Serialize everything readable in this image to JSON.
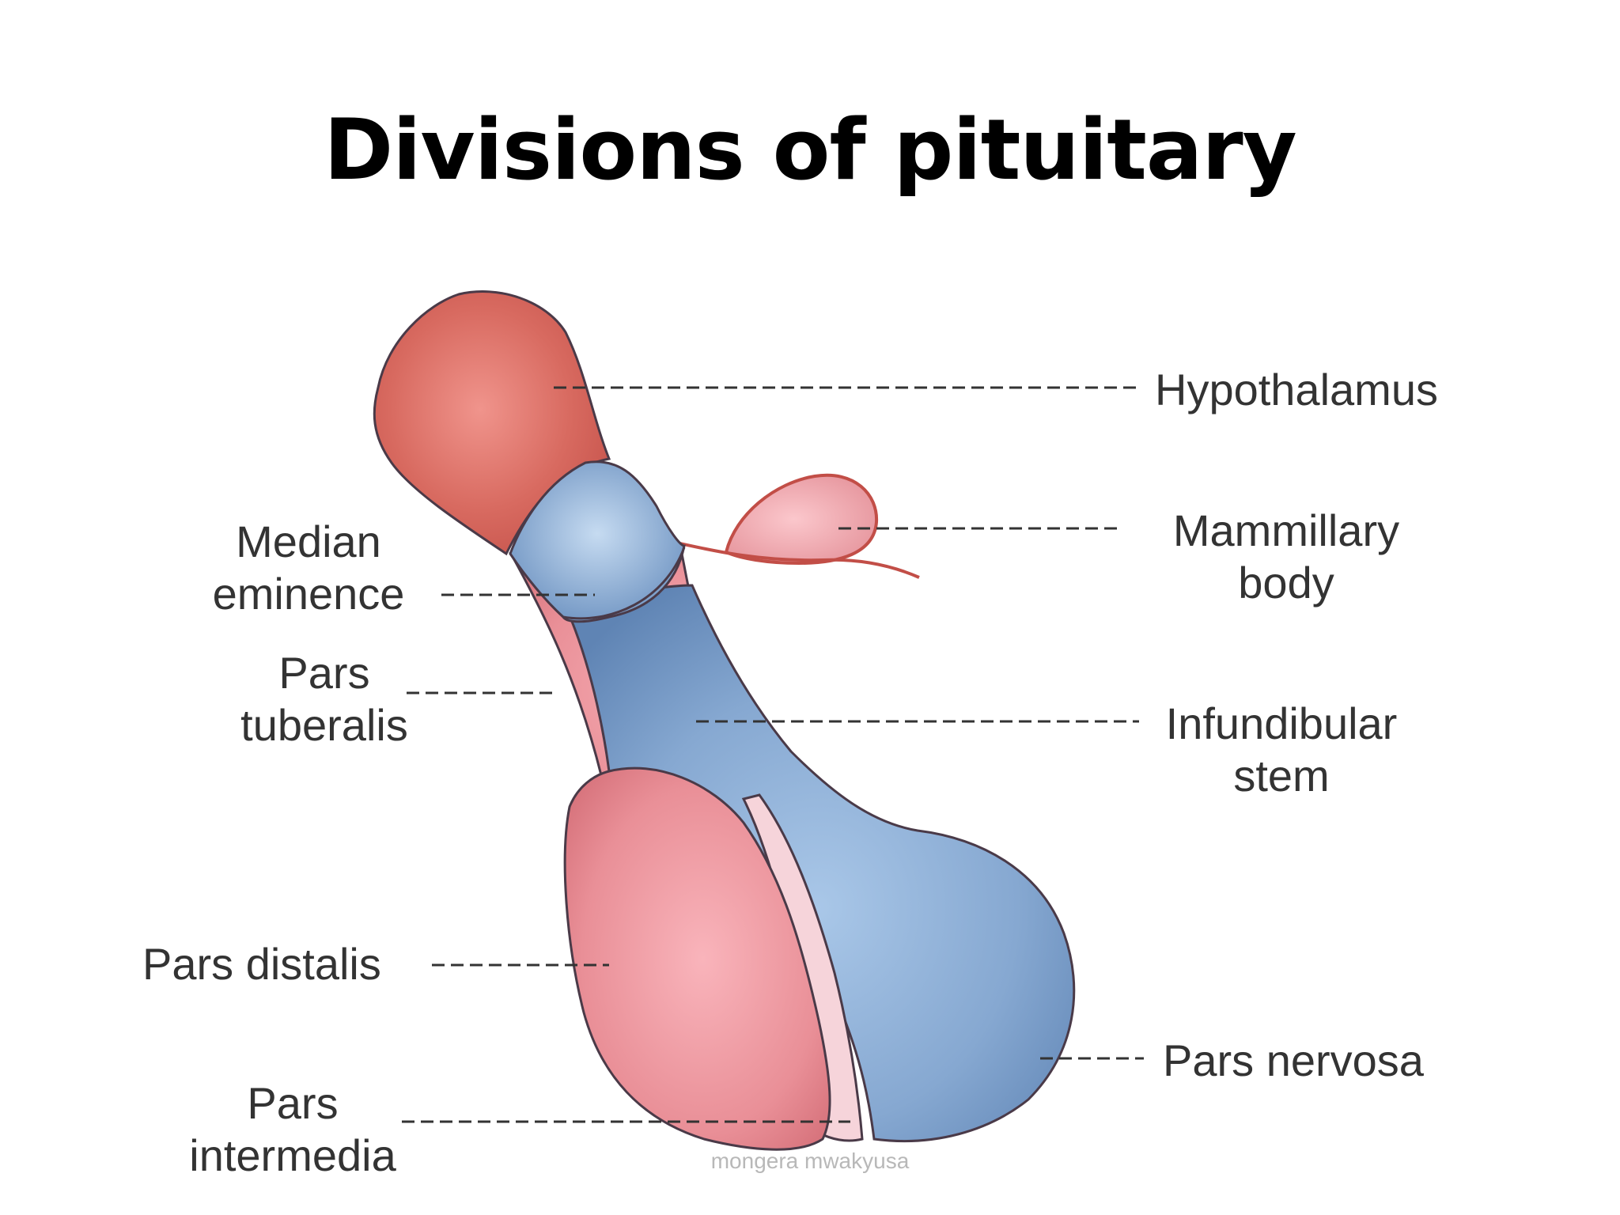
{
  "title": "Divisions of pituitary",
  "labels": {
    "hypothalamus": "Hypothalamus",
    "mammillary_body": "Mammillary\nbody",
    "median_eminence": "Median\neminence",
    "pars_tuberalis": "Pars\ntuberalis",
    "infundibular_stem": "Infundibular\nstem",
    "pars_distalis": "Pars distalis",
    "pars_nervosa": "Pars nervosa",
    "pars_intermedia": "Pars\nintermedia"
  },
  "footer": "mongera mwakyusa",
  "colors": {
    "hypothalamus": "#d3605a",
    "neural_blue": "#7ea1c9",
    "adenohypophysis_pink": "#ee9aa0",
    "outline": "#4a3a48"
  }
}
